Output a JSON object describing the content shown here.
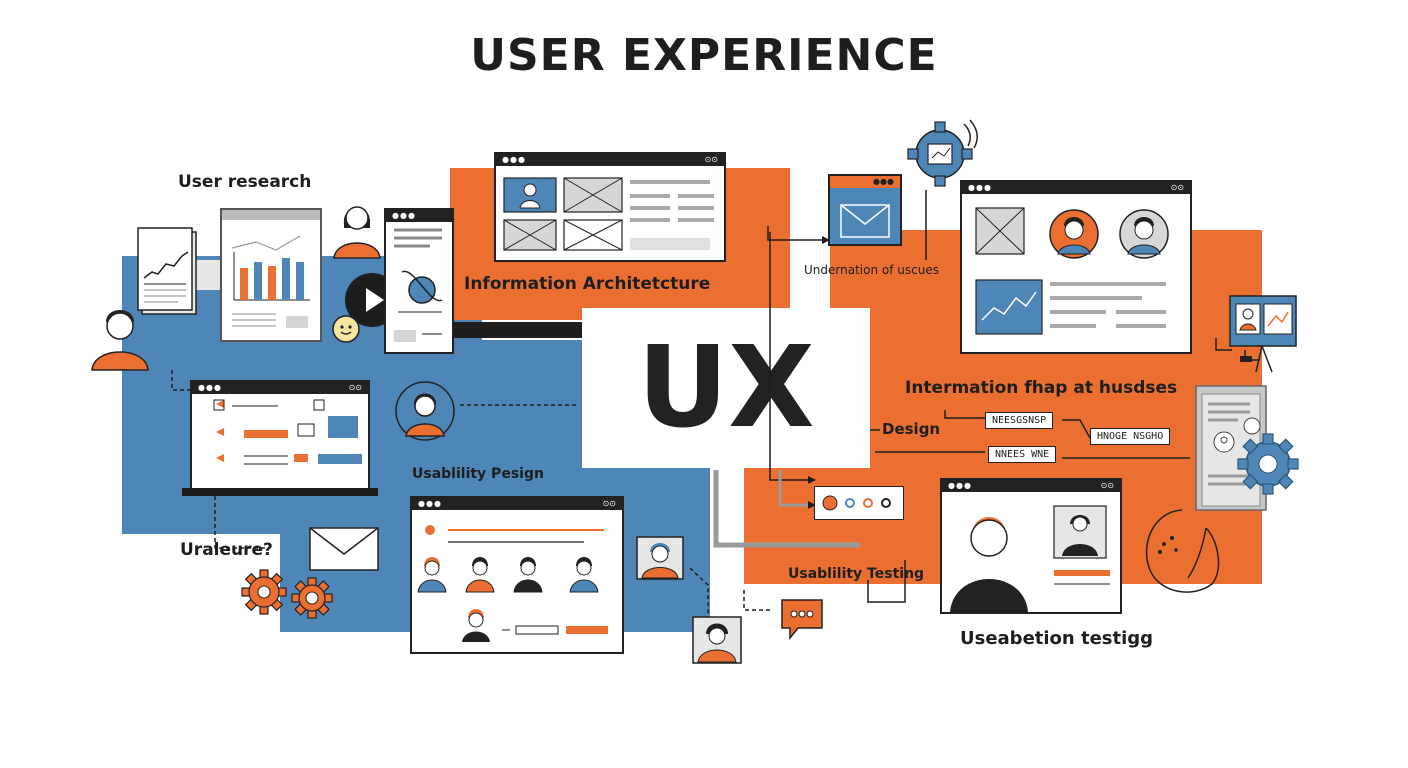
{
  "title": "USER EXPERIENCE",
  "center_label": "UX",
  "labels": {
    "user_research": "User research",
    "information_architecture": "Information Architetcture",
    "information_of_uscues": "Undernation of uscues",
    "intermation_fhap": "Intermation fhap at husdses",
    "design": "Design",
    "usability_pesign": "Usablility Pesign",
    "uraleure": "Uraleure?",
    "usability_testing": "Usablility Testing",
    "useabetion_testigg": "Useabetion testigg"
  },
  "flow_boxes": {
    "box1": "NEESGSNSP",
    "box2": "HNOGE NSGHO",
    "box3": "NNEES WNE"
  },
  "colors": {
    "orange": "#ec6f32",
    "blue": "#4f86b8",
    "dark": "#1e1e1e",
    "light_gray": "#d6d6d6"
  },
  "icons": [
    "play-icon",
    "gear-icon",
    "envelope-icon",
    "chat-bubble-icon",
    "person-icon",
    "chart-icon",
    "face-icon"
  ]
}
